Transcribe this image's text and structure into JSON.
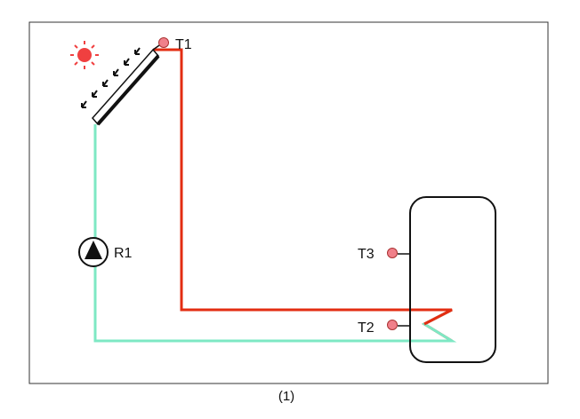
{
  "diagram": {
    "caption": "(1)",
    "sensors": {
      "t1": "T1",
      "t2": "T2",
      "t3": "T3"
    },
    "pump": "R1"
  },
  "colors": {
    "hot_pipe": "#e32d12",
    "cold_pipe": "#7ee8c4",
    "sensor": "#f0808a",
    "sun": "#f04040",
    "frame": "#333333"
  },
  "icons": [
    "sun-icon",
    "solar-collector-icon",
    "pump-icon",
    "tank-icon",
    "sensor-icon"
  ]
}
